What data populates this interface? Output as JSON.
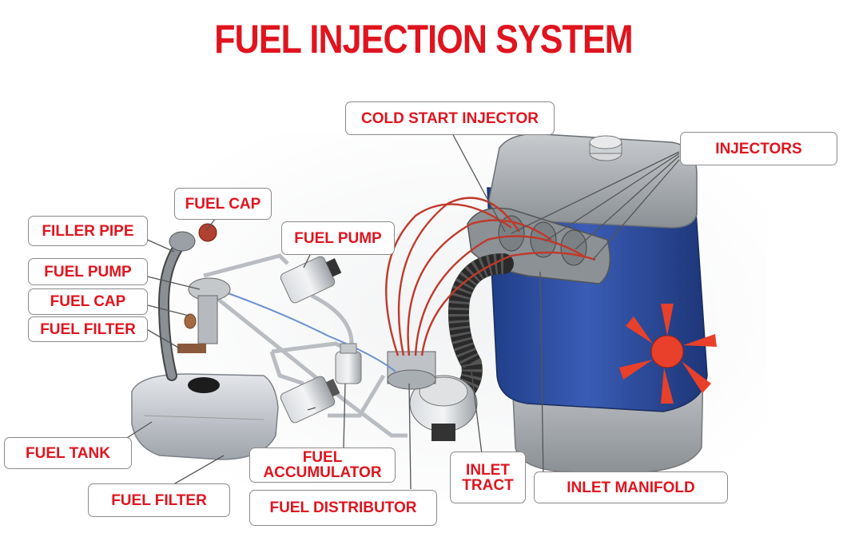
{
  "title": "FUEL INJECTION SYSTEM",
  "colors": {
    "label_text": "#e0141e",
    "title": "#e0141e",
    "engine_block": "#2f4fa0",
    "engine_grey": "#9a9fa4",
    "fan": "#e8402a",
    "fuel_line_red": "#c0392b",
    "fuel_line_blue": "#6a8fd0",
    "hose": "#2a2a2a"
  },
  "labels": {
    "cold_start_injector": "COLD START INJECTOR",
    "injectors": "INJECTORS",
    "fuel_cap_top": "FUEL CAP",
    "filler_pipe": "FILLER PIPE",
    "fuel_pump_top": "FUEL PUMP",
    "fuel_pump_left": "FUEL PUMP",
    "fuel_cap_left": "FUEL CAP",
    "fuel_filter_left": "FUEL FILTER",
    "fuel_tank": "FUEL TANK",
    "fuel_filter_bottom": "FUEL FILTER",
    "fuel_accumulator_line1": "FUEL",
    "fuel_accumulator_line2": "ACCUMULATOR",
    "fuel_distributor": "FUEL DISTRIBUTOR",
    "inlet_tract_line1": "INLET",
    "inlet_tract_line2": "TRACT",
    "inlet_manifold": "INLET MANIFOLD"
  }
}
